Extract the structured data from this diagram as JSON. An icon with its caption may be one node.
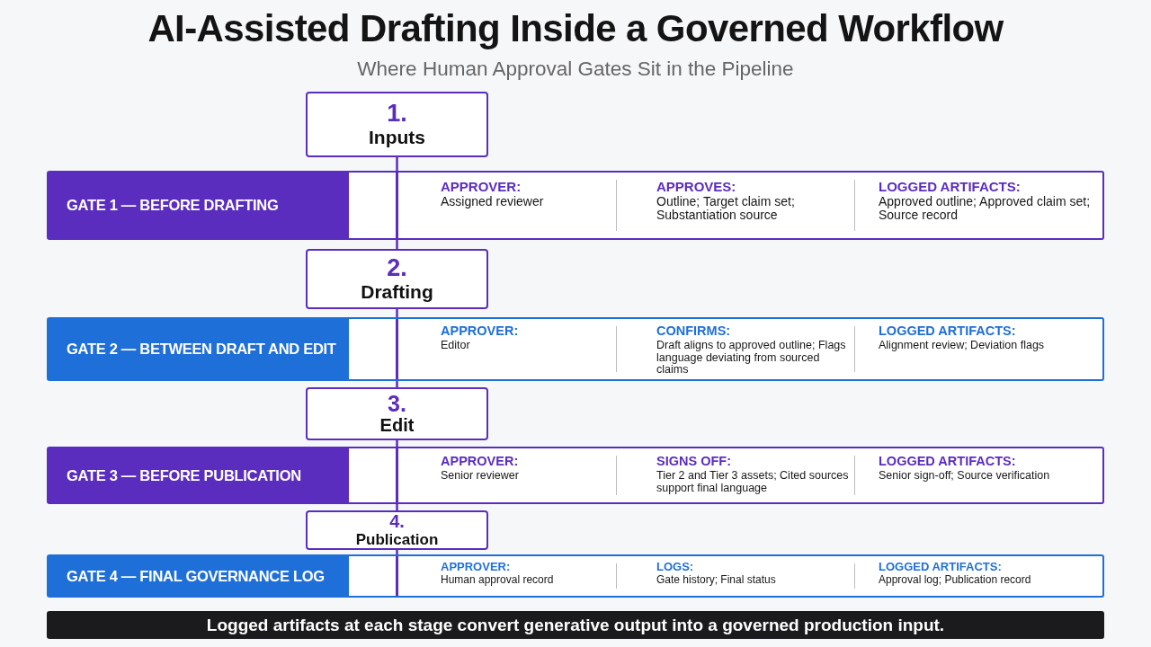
{
  "diagram": {
    "title": "AI-Assisted Drafting Inside a Governed Workflow",
    "caption": "Logged artifacts at each stage convert generative output into a governed production input.",
    "labels": [
      "Where Human Approval Gates Sit in the Pipeline"
    ],
    "nodes": [
      {
        "text": [
          "1.",
          "Inputs"
        ]
      },
      {
        "text": [
          "GATE 1 — BEFORE DRAFTING",
          "APPROVER:",
          "Assigned reviewer",
          "APPROVES:",
          "Outline; Target claim set; Substantiation source",
          "LOGGED ARTIFACTS:",
          "Approved outline; Approved claim set; Source record"
        ]
      },
      {
        "text": [
          "2.",
          "Drafting"
        ]
      },
      {
        "text": [
          "GATE 2 — BETWEEN DRAFT AND EDIT",
          "APPROVER:",
          "Editor",
          "CONFIRMS:",
          "Draft aligns to approved outline; Flags language deviating from sourced claims",
          "LOGGED ARTIFACTS:",
          "Alignment review; Deviation flags"
        ]
      },
      {
        "text": [
          "3.",
          "Edit"
        ]
      },
      {
        "text": [
          "GATE 3 — BEFORE PUBLICATION",
          "APPROVER:",
          "Senior reviewer",
          "SIGNS OFF:",
          "Tier 2 and Tier 3 assets; Cited sources support final language",
          "LOGGED ARTIFACTS:",
          "Senior sign-off; Source verification"
        ]
      },
      {
        "text": [
          "4.",
          "Publication"
        ]
      },
      {
        "text": [
          "GATE 4 — FINAL GOVERNANCE LOG",
          "APPROVER:",
          "Human approval record",
          "LOGS:",
          "Gate history; Final status",
          "LOGGED ARTIFACTS:",
          "Approval log; Publication record"
        ]
      }
    ],
    "edges": [
      {
        "from": 0,
        "to": 1,
        "arrow": "none"
      },
      {
        "from": 1,
        "to": 2,
        "arrow": "none"
      },
      {
        "from": 2,
        "to": 3,
        "arrow": "none"
      },
      {
        "from": 3,
        "to": 4,
        "arrow": "none"
      },
      {
        "from": 4,
        "to": 5,
        "arrow": "none"
      },
      {
        "from": 5,
        "to": 6,
        "arrow": "none"
      },
      {
        "from": 6,
        "to": 7,
        "arrow": "none"
      }
    ]
  }
}
